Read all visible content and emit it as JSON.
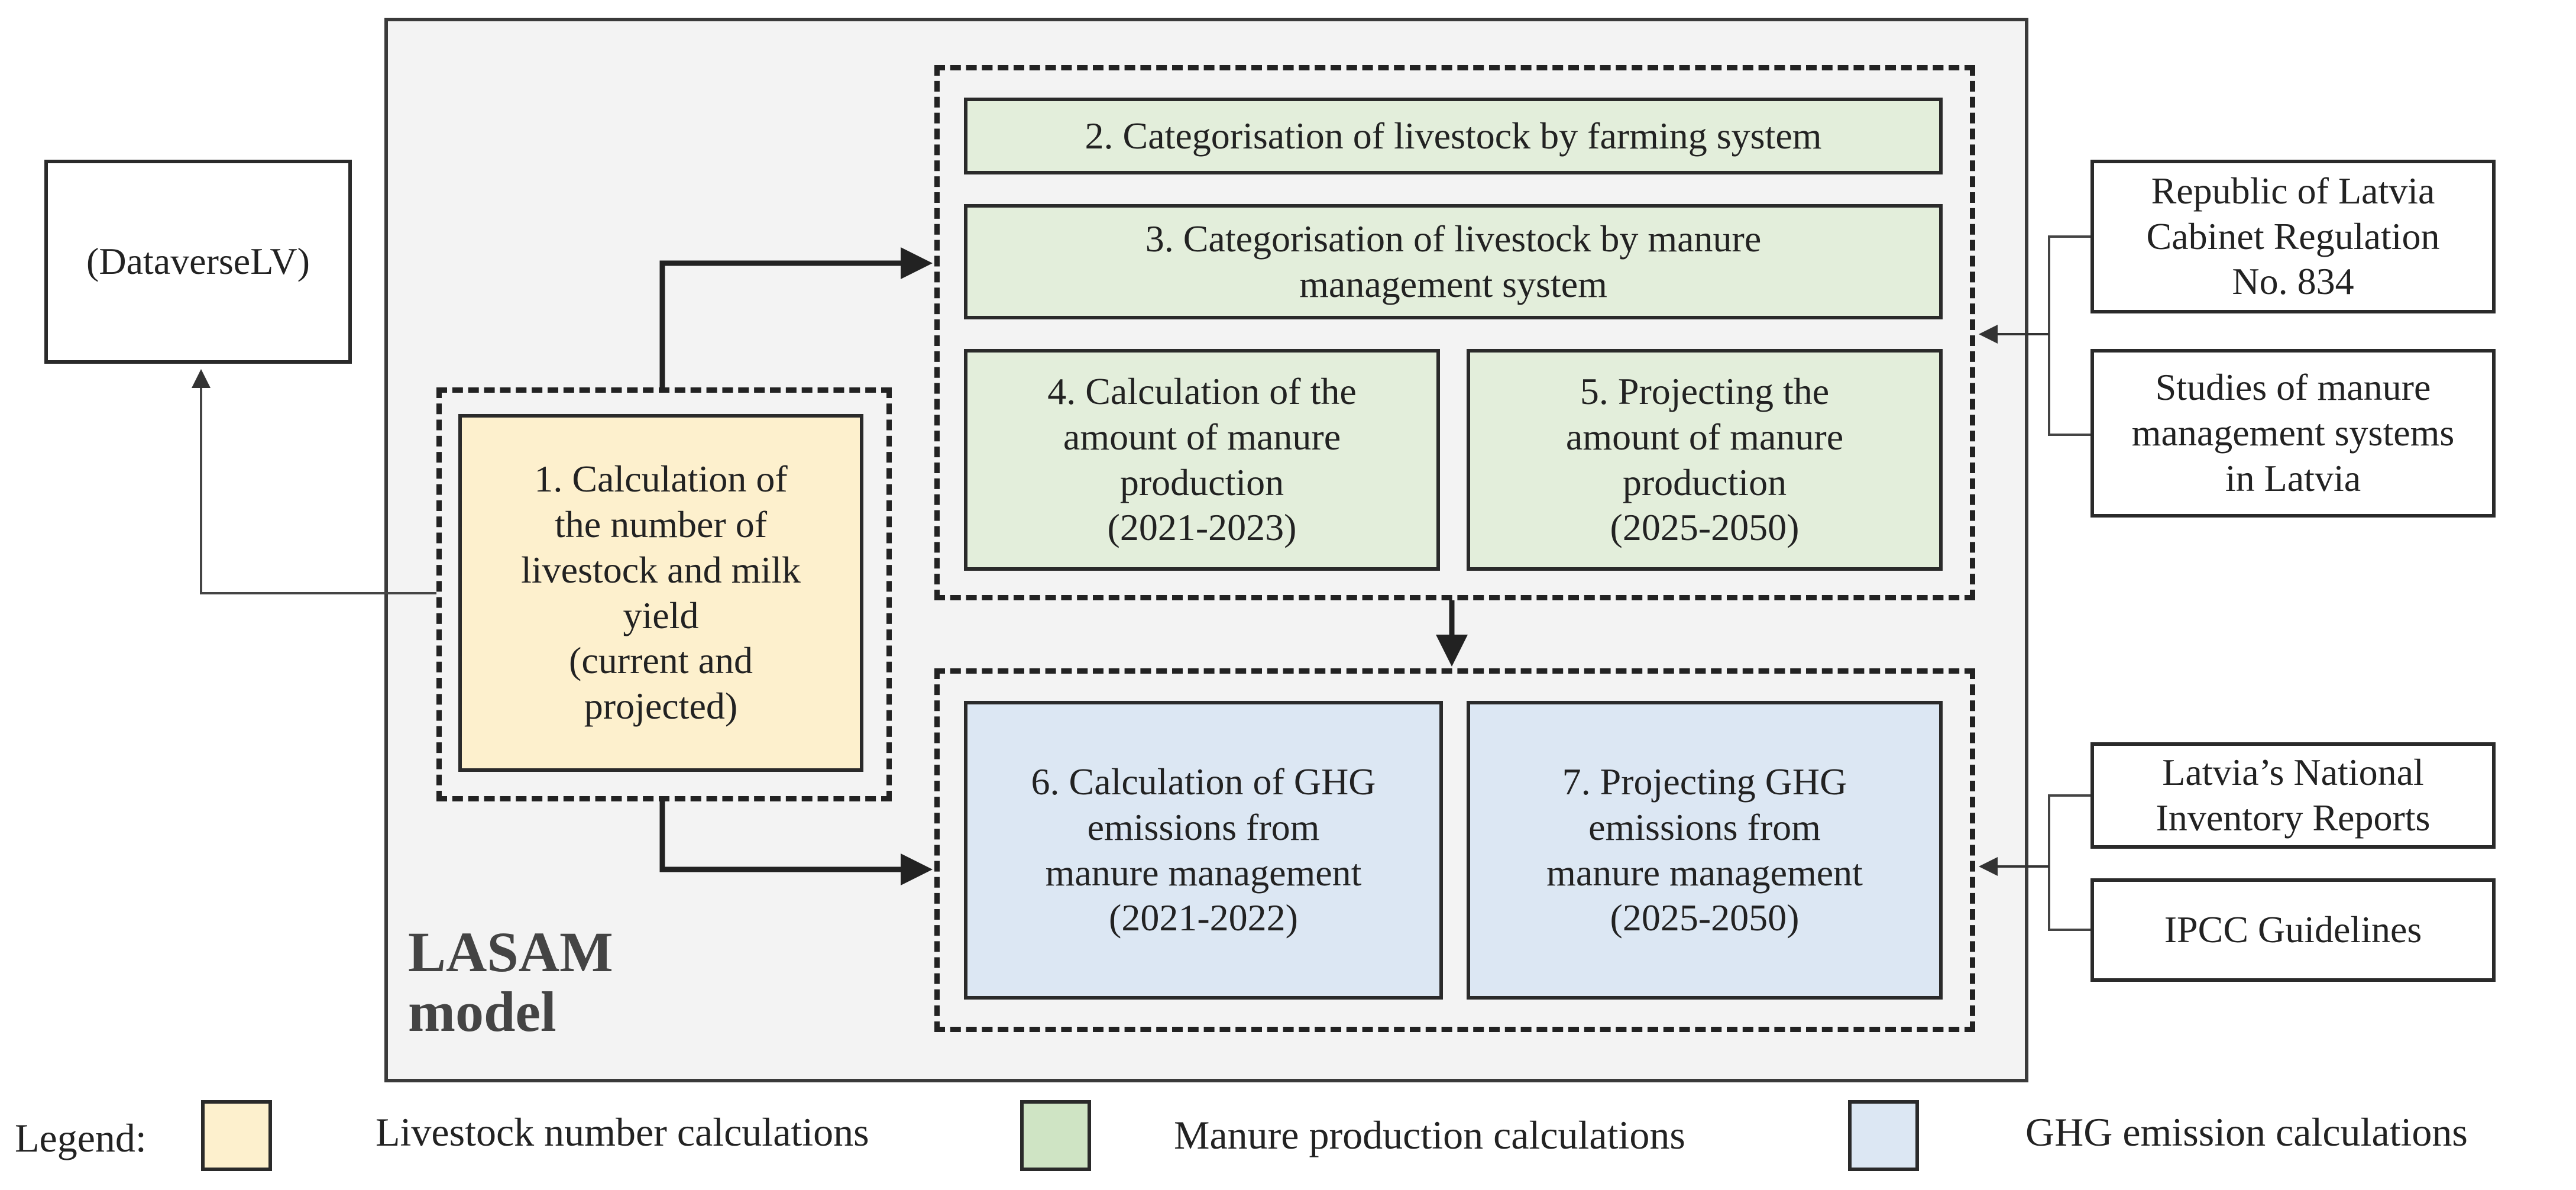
{
  "model": {
    "title": "LASAM\nmodel"
  },
  "external": {
    "dataverse": "(DataverseLV)",
    "cabinet_regulation": "Republic of Latvia\nCabinet Regulation\nNo. 834",
    "manure_studies": "Studies of manure\nmanagement systems\nin Latvia",
    "national_inventory": "Latvia’s National\nInventory Reports",
    "ipcc": "IPCC Guidelines"
  },
  "steps": {
    "s1": "1. Calculation of\nthe number of\nlivestock and milk\nyield\n(current and\nprojected)",
    "s2": "2. Categorisation of livestock by farming system",
    "s3": "3. Categorisation of livestock by manure\nmanagement system",
    "s4": "4. Calculation of the\namount of manure\nproduction\n(2021-2023)",
    "s5": "5. Projecting the\namount of manure\nproduction\n(2025-2050)",
    "s6": "6. Calculation of GHG\nemissions from\nmanure management\n(2021-2022)",
    "s7": "7. Projecting GHG\nemissions from\nmanure management\n(2025-2050)"
  },
  "legend": {
    "label": "Legend:",
    "items": [
      {
        "label": "Livestock number calculations",
        "color": "#fdf0cd"
      },
      {
        "label": "Manure production calculations",
        "color": "#cfe4c4"
      },
      {
        "label": "GHG emission calculations",
        "color": "#dce7f3"
      }
    ]
  }
}
